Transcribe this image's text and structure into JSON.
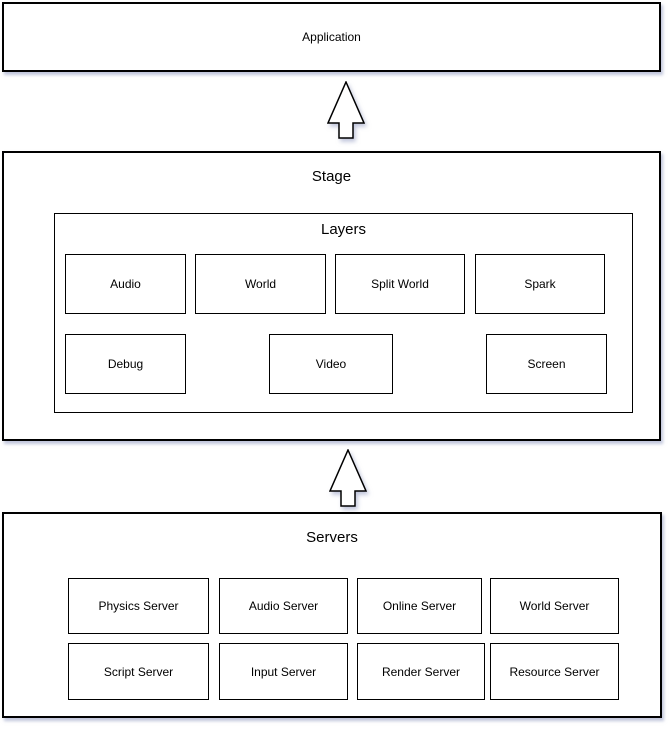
{
  "diagram": {
    "application": {
      "label": "Application"
    },
    "stage": {
      "title": "Stage",
      "layers": {
        "title": "Layers",
        "row1": [
          "Audio",
          "World",
          "Split World",
          "Spark"
        ],
        "row2": [
          "Debug",
          "Video",
          "Screen"
        ]
      }
    },
    "servers": {
      "title": "Servers",
      "row1": [
        "Physics Server",
        "Audio Server",
        "Online Server",
        "World Server"
      ],
      "row2": [
        "Script Server",
        "Input Server",
        "Render Server",
        "Resource Server"
      ]
    },
    "arrows": {
      "stage_to_application": "up-arrow",
      "servers_to_stage": "up-arrow"
    }
  },
  "colors": {
    "box_fill": "#ffffff",
    "border": "#000000",
    "text": "#000000",
    "shadow": "#8c96be"
  }
}
